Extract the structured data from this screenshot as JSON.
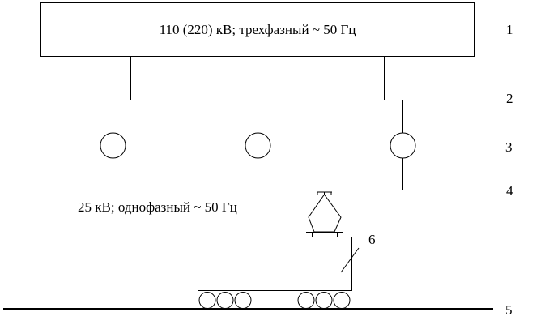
{
  "system_label": "110 (220) кВ; трехфазный ~ 50 Гц",
  "traction_label": "25 кВ; однофазный ~ 50 Гц",
  "markers": {
    "m1": "1",
    "m2": "2",
    "m3": "3",
    "m4": "4",
    "m5": "5",
    "m6": "6"
  }
}
